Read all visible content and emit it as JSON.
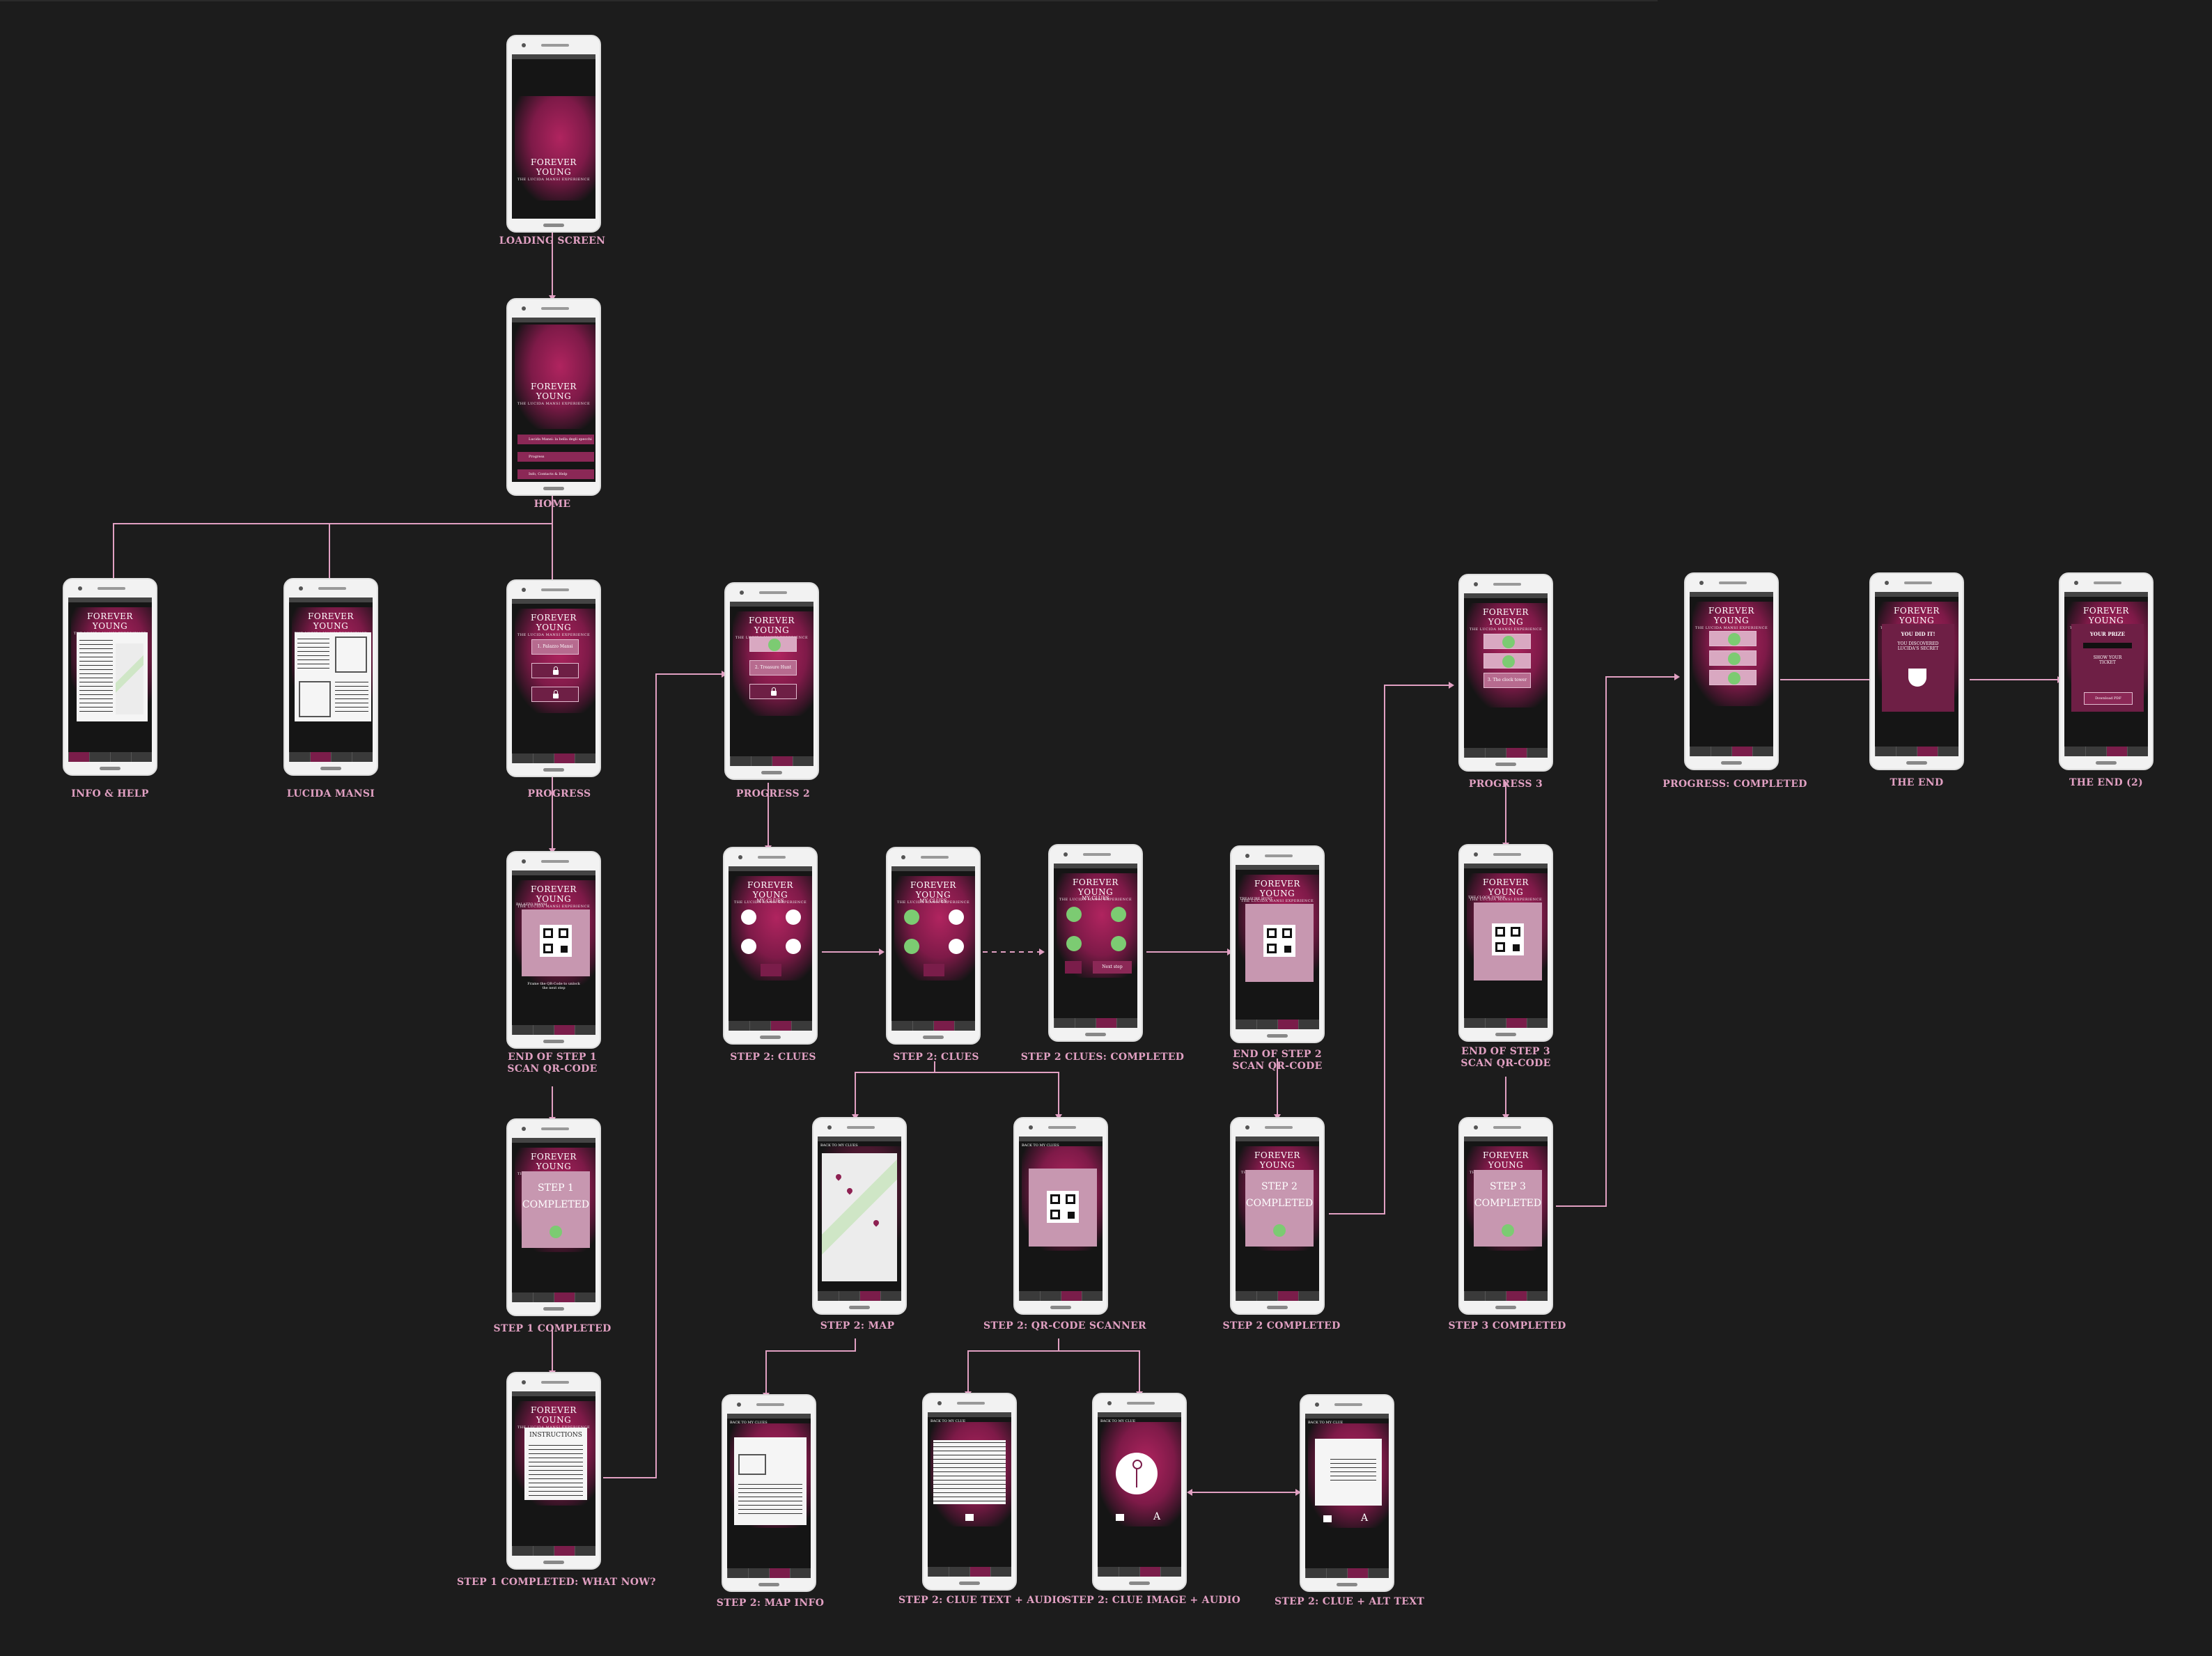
{
  "brand": {
    "title": "FOREVER YOUNG",
    "subtitle": "THE LUCIDA MANSI EXPERIENCE"
  },
  "colors": {
    "background": "#1c1c1c",
    "label": "#e1a0c2",
    "accent": "#8b2856",
    "connector": "#e1a0c2",
    "check": "#7ccb72"
  },
  "screens": {
    "loading": {
      "label": "LOADING SCREEN"
    },
    "home": {
      "label": "HOME",
      "menu": [
        "Lucida Mansi: la bella degli specchi",
        "Progress",
        "Info, Contacts & Help"
      ]
    },
    "info_help": {
      "label": "INFO & HELP"
    },
    "lucida": {
      "label": "LUCIDA MANSI"
    },
    "progress": {
      "label": "PROGRESS",
      "items": [
        "1. Palazzo Mansi"
      ]
    },
    "progress2": {
      "label": "PROGRESS 2",
      "items": [
        "2. Treasure Hunt"
      ]
    },
    "progress3": {
      "label": "PROGRESS 3",
      "items": [
        "3. The clock tower"
      ]
    },
    "progress_completed": {
      "label": "PROGRESS: COMPLETED"
    },
    "the_end": {
      "label": "THE END",
      "heading": "YOU DID IT!",
      "body": "YOU DISCOVERED LUCIDA'S SECRET"
    },
    "the_end2": {
      "label": "THE END (2)",
      "heading": "YOUR PRIZE",
      "body": "SHOW YOUR TICKET",
      "button": "Download PDF"
    },
    "end_step1": {
      "label_line1": "END OF STEP 1",
      "label_line2": "SCAN QR-CODE",
      "place": "PALAZZO MANSI",
      "hint": "Frame the QR-Code to unlock the next step"
    },
    "step1_completed": {
      "label": "STEP 1 COMPLETED",
      "card_line1": "STEP 1",
      "card_line2": "COMPLETED"
    },
    "step1_whatnow": {
      "label": "STEP 1 COMPLETED: WHAT NOW?",
      "card_title": "INSTRUCTIONS"
    },
    "step2_clues_a": {
      "label": "STEP 2: CLUES",
      "title": "MY CLUES"
    },
    "step2_clues_b": {
      "label": "STEP 2: CLUES",
      "title": "MY CLUES"
    },
    "step2_clues_done": {
      "label": "STEP 2 CLUES: COMPLETED",
      "title": "MY CLUES",
      "next": "Next step"
    },
    "end_step2": {
      "label_line1": "END OF STEP 2",
      "label_line2": "SCAN QR-CODE",
      "place": "TREASURE HUNT"
    },
    "end_step3": {
      "label_line1": "END OF STEP 3",
      "label_line2": "SCAN QR-CODE",
      "place": "THE CLOCK TOWER"
    },
    "step2_completed": {
      "label": "STEP 2 COMPLETED",
      "card_line1": "STEP 2",
      "card_line2": "COMPLETED"
    },
    "step3_completed": {
      "label": "STEP 3 COMPLETED",
      "card_line1": "STEP 3",
      "card_line2": "COMPLETED"
    },
    "step2_map": {
      "label": "STEP 2: MAP",
      "back": "BACK TO MY CLUES"
    },
    "step2_qr": {
      "label": "STEP 2: QR-CODE SCANNER",
      "back": "BACK TO MY CLUES"
    },
    "step2_mapinfo": {
      "label": "STEP 2: MAP INFO",
      "back": "BACK TO MY CLUES"
    },
    "step2_clue_text": {
      "label": "STEP 2: CLUE TEXT + AUDIO",
      "back": "BACK TO MY CLUE"
    },
    "step2_clue_image": {
      "label": "STEP 2: CLUE IMAGE + AUDIO",
      "back": "BACK TO MY CLUE"
    },
    "step2_clue_alt": {
      "label": "STEP 2: CLUE + ALT TEXT",
      "back": "BACK TO MY CLUE"
    }
  }
}
